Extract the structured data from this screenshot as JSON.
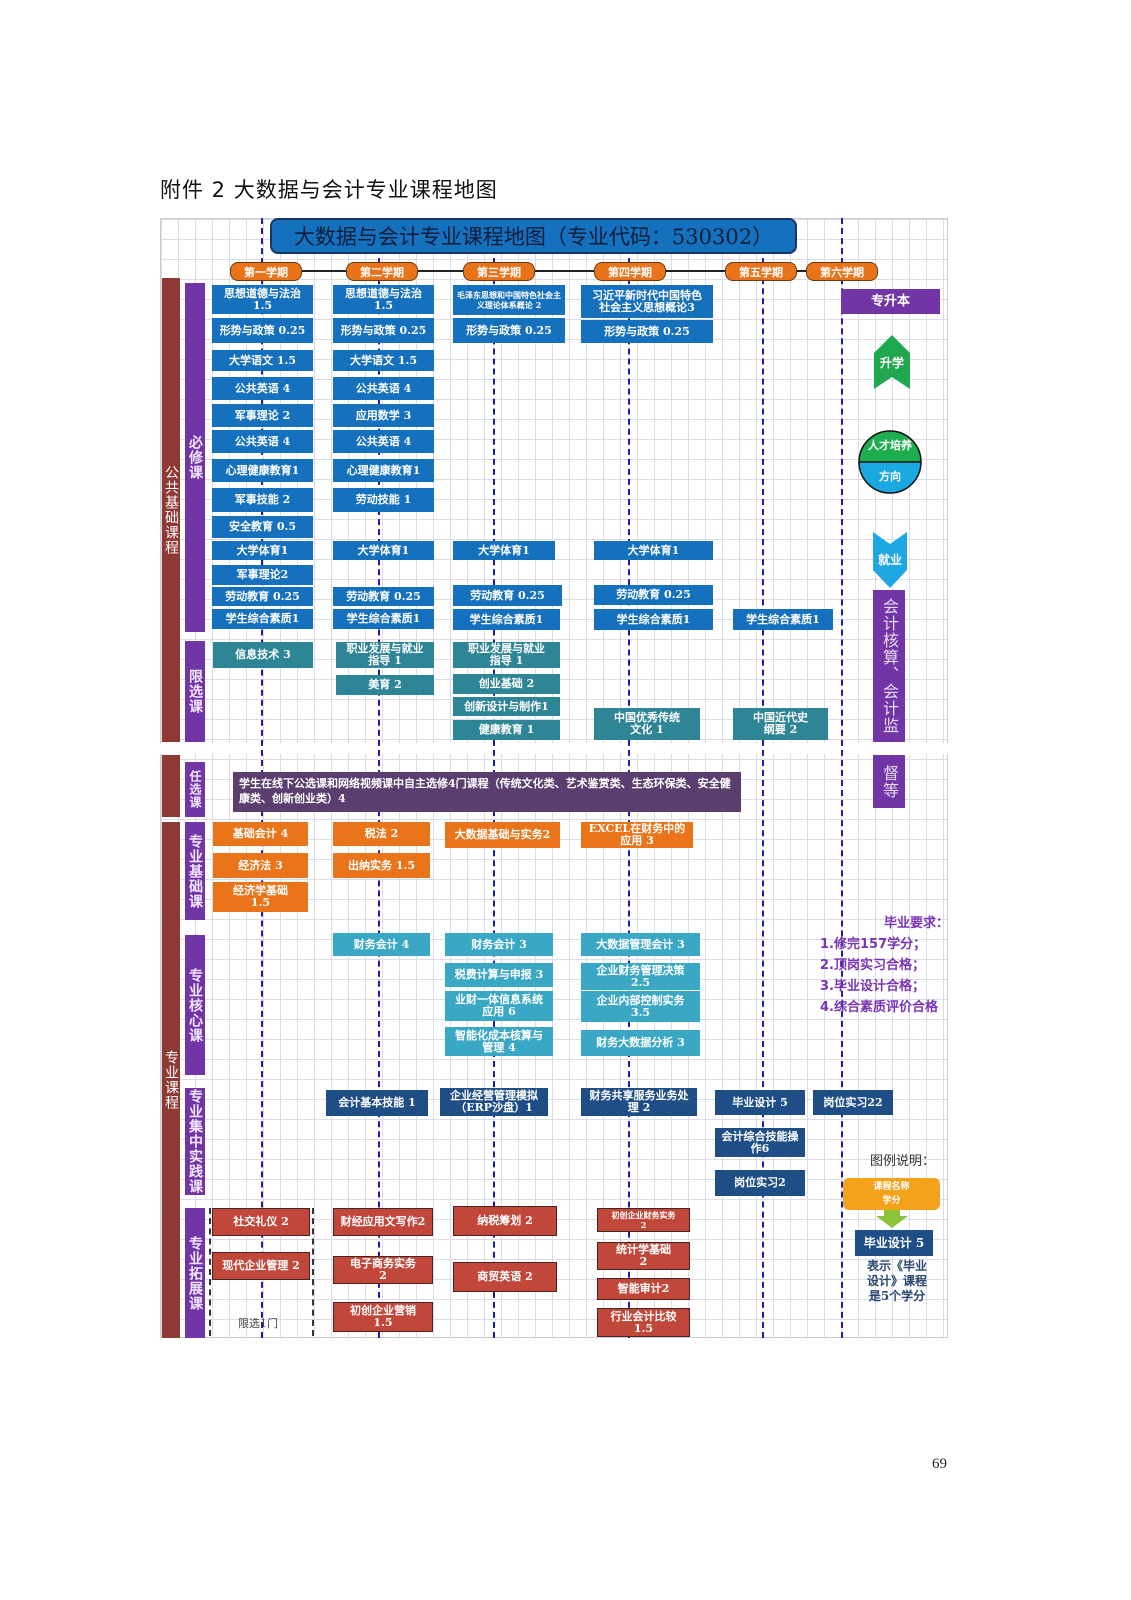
{
  "page": {
    "heading": "附件 2   大数据与会计专业课程地图",
    "page_number": "69"
  },
  "map": {
    "title": "大数据与会计专业课程地图（专业代码：530302）",
    "semesters": [
      "第一学期",
      "第二学期",
      "第三学期",
      "第四学期",
      "第五学期",
      "第六学期"
    ],
    "categories": {
      "public_foundation": "公共基础课程",
      "required": "必修课",
      "limited": "限选课",
      "optional": "任选课",
      "professional": "专业课程",
      "prof_foundation": "专业基础课",
      "prof_core": "专业核心课",
      "prof_practice": "专业集中实践课",
      "prof_extension": "专业拓展课"
    },
    "required": {
      "s1": [
        "思想道德与法治\n1.5",
        "形势与政策 0.25",
        "大学语文 1.5",
        "公共英语 4",
        "军事理论  2",
        "公共英语 4",
        "心理健康教育1",
        "军事技能  2",
        "安全教育  0.5",
        "大学体育1",
        "军事理论2",
        "劳动教育 0.25",
        "学生综合素质1"
      ],
      "s2": [
        "思想道德与法治\n1.5",
        "形势与政策 0.25",
        "大学语文 1.5",
        "公共英语 4",
        "应用数学  3",
        "公共英语 4",
        "心理健康教育1",
        "劳动技能 1",
        "大学体育1",
        "劳动教育  0.25",
        "学生综合素质1"
      ],
      "s3": [
        "毛泽东思想和中国特色社会主义理论体系概论  2",
        "形势与政策 0.25",
        "大学体育1",
        "劳动教育  0.25",
        "学生综合素质1"
      ],
      "s4": [
        "习近平新时代中国特色\n社会主义思想概论3",
        "形势与政策 0.25",
        "大学体育1",
        "劳动教育 0.25",
        "学生综合素质1"
      ],
      "s5": [
        "学生综合素质1"
      ]
    },
    "limited": {
      "s1": [
        "信息技术 3"
      ],
      "s2": [
        "职业发展与就业\n指导  1",
        "美育   2"
      ],
      "s3": [
        "职业发展与就业\n指导  1",
        "创业基础  2",
        "创新设计与制作1",
        "健康教育  1"
      ],
      "s4": [
        "中国优秀传统\n文化  1"
      ],
      "s5": [
        "中国近代史\n纲要  2"
      ]
    },
    "optional_text": "学生在线下公选课和网络视频课中自主选修4门课程（传统文化类、艺术鉴赏类、生态环保类、安全健康类、创新创业类）4",
    "foundation": [
      "基础会计 4",
      "经济法 3",
      "经济学基础\n1.5",
      "税法 2",
      "出纳实务 1.5",
      "大数据基础与实务2",
      "EXCEL在财务中的\n应用 3"
    ],
    "core": [
      "财务会计 4",
      "财务会计 3",
      "税费计算与申报 3",
      "业财一体信息系统\n应用 6",
      "智能化成本核算与\n管理  4",
      "大数据管理会计  3",
      "企业财务管理决策\n2.5",
      "企业内部控制实务\n3.5",
      "财务大数据分析  3"
    ],
    "practice": [
      "会计基本技能 1",
      "企业经营管理模拟\n（ERP沙盘）1",
      "财务共享服务业务处\n理  2",
      "毕业设计  5",
      "岗位实习22",
      "会计综合技能操\n作6",
      "岗位实习2"
    ],
    "extension": [
      "社交礼仪 2",
      "现代企业管理 2",
      "财经应用文写作2",
      "电子商务实务\n2",
      "初创企业营销\n1.5",
      "纳税筹划  2",
      "商贸英语  2",
      "初创企业财务实务\n2",
      "统计学基础\n2",
      "智能审计2",
      "行业会计比较\n1.5"
    ],
    "extension_note": "限选1门",
    "direction": {
      "upgrade": "专升本",
      "further_study": "升学",
      "circle_top": "人才培养",
      "circle_bottom": "方向",
      "employment": "就业",
      "jobs_part1": "会计核算、会计监",
      "jobs_part2": "督等"
    },
    "graduation": {
      "title": "毕业要求：",
      "items": [
        "1.修完157学分；",
        "2.顶岗实习合格；",
        "3.毕业设计合格；",
        "4.综合素质评价合格"
      ]
    },
    "legend": {
      "title": "图例说明：",
      "box_name": "课程名称",
      "box_credit": "学分",
      "example": "毕业设计  5",
      "description": "表示《毕业设计》课程是5个学分"
    }
  },
  "colors": {
    "required": "#1570bd",
    "limited": "#2e8596",
    "foundation": "#ea7419",
    "core": "#3aa8c4",
    "practice": "#1f4d86",
    "extension": "#c2473b",
    "category_bar": "#7135a6",
    "section_bar": "#8e3a32"
  }
}
